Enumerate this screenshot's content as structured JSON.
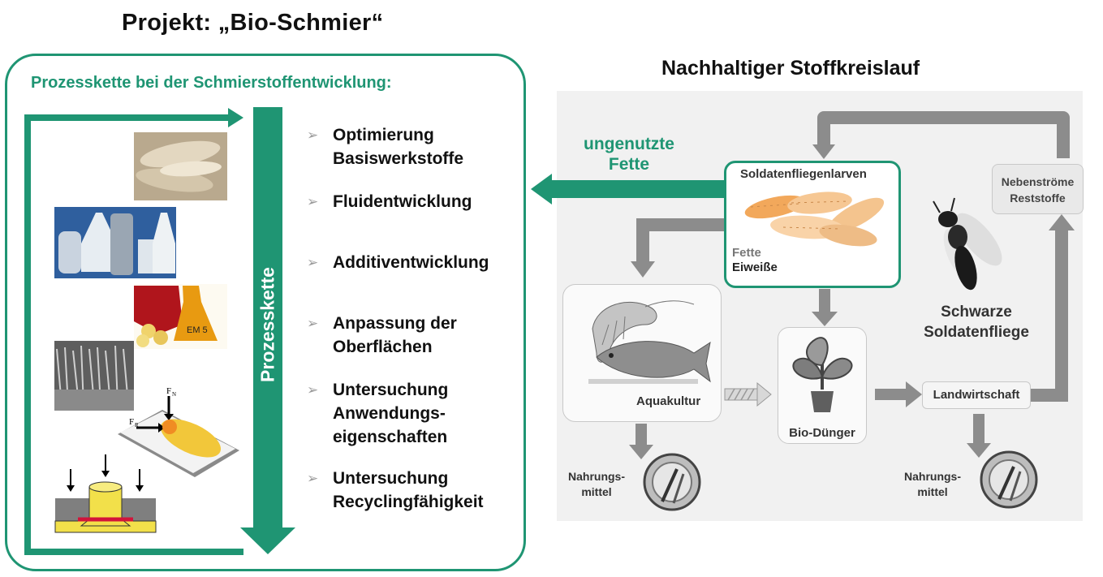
{
  "project_title": "Projekt: „Bio-Schmier“",
  "left": {
    "subtitle": "Prozesskette bei der Schmierstoffentwicklung:",
    "vertical_arrow_label": "Prozesskette",
    "steps": [
      {
        "line1": "Optimierung",
        "line2": "Basiswerkstoffe"
      },
      {
        "line1": "Fluidentwicklung",
        "line2": ""
      },
      {
        "line1": "Additiventwicklung",
        "line2": ""
      },
      {
        "line1": "Anpassung der",
        "line2": "Oberflächen"
      },
      {
        "line1": "Untersuchung",
        "line2": "Anwendungs-",
        "line3": "eigenschaften"
      },
      {
        "line1": "Untersuchung",
        "line2": "Recyclingfähigkeit"
      }
    ],
    "force_labels": {
      "fn": "F",
      "fn_sub": "N",
      "fr": "F",
      "fr_sub": "R"
    },
    "beaker_text": "EM 5"
  },
  "right": {
    "title": "Nachhaltiger Stoffkreislauf",
    "unused_fats": {
      "line1": "ungenutzte",
      "line2": "Fette"
    },
    "larvae": {
      "title": "Soldatenfliegenlarven",
      "fette": "Fette",
      "eiweisse": "Eiweiße"
    },
    "side_streams": {
      "line1": "Nebenströme",
      "line2": "Reststoffe"
    },
    "fly": {
      "line1": "Schwarze",
      "line2": "Soldatenfliege"
    },
    "aquaculture": "Aquakultur",
    "bio_fertilizer": "Bio-Dünger",
    "agriculture": "Landwirtschaft",
    "food_left": {
      "line1": "Nahrungs-",
      "line2": "mittel"
    },
    "food_right": {
      "line1": "Nahrungs-",
      "line2": "mittel"
    }
  },
  "colors": {
    "accent": "#1f9573",
    "arrow_gray": "#8c8c8c",
    "text": "#111111"
  }
}
